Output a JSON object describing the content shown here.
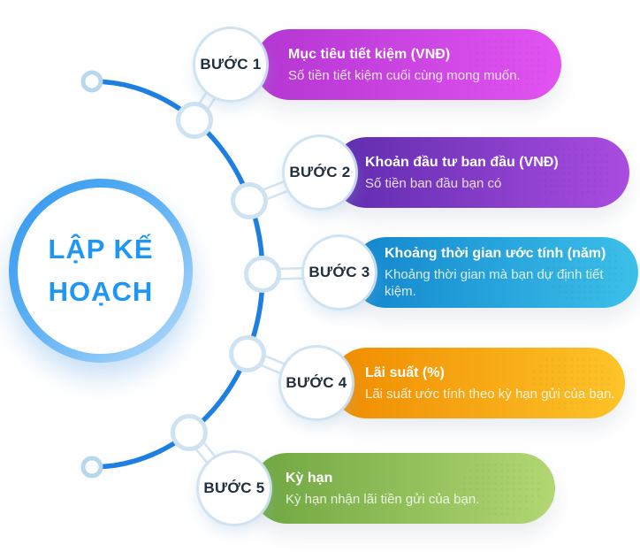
{
  "hub": {
    "title_line1": "LẬP KẾ",
    "title_line2": "HOẠCH",
    "text_color": "#1e96f5",
    "ring_color": "#2e96ef"
  },
  "connector": {
    "arc_color": "#1d7fe2",
    "node_border_color": "#cfe2f1"
  },
  "steps": [
    {
      "badge": "BƯỚC 1",
      "title": "Mục tiêu tiết kiệm (VNĐ)",
      "subtitle": "Số tiền tiết kiệm cuối cùng mong muốn.",
      "gradient_start": "#b436d2",
      "gradient_end": "#e253f2"
    },
    {
      "badge": "BƯỚC 2",
      "title": "Khoản đầu tư ban đầu (VNĐ)",
      "subtitle": "Số tiền ban đầu bạn có",
      "gradient_start": "#5e2cae",
      "gradient_end": "#aa4ce0"
    },
    {
      "badge": "BƯỚC 3",
      "title": "Khoảng thời gian ước tính (năm)",
      "subtitle": "Khoảng thời gian mà bạn dự định tiết kiệm.",
      "gradient_start": "#1286ce",
      "gradient_end": "#3cc0e9"
    },
    {
      "badge": "BƯỚC 4",
      "title": "Lãi suất (%)",
      "subtitle": "Lãi suất ước tính theo kỳ hạn gửi của bạn.",
      "gradient_start": "#f08c00",
      "gradient_end": "#fdc428"
    },
    {
      "badge": "BƯỚC 5",
      "title": "Kỳ hạn",
      "subtitle": "Kỳ hạn nhận lãi tiền gửi của bạn.",
      "gradient_start": "#6fa641",
      "gradient_end": "#b2d773"
    }
  ]
}
